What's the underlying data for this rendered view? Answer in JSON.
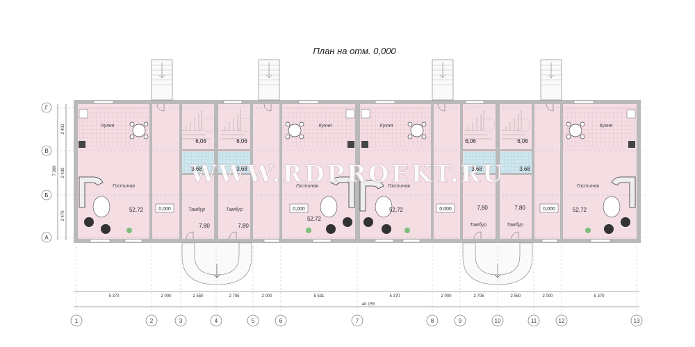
{
  "title": "План на отм. 0,000",
  "watermark": "WWW.RDPROEKT.RU",
  "row_axes": [
    "Г",
    "В",
    "Б",
    "А"
  ],
  "row_dims": [
    "2 400",
    "2 430",
    "2 470"
  ],
  "row_total": "7 300",
  "col_axes": [
    "1",
    "2",
    "3",
    "4",
    "5",
    "6",
    "7",
    "8",
    "9",
    "10",
    "11",
    "12",
    "13"
  ],
  "col_dims": [
    "5 370",
    "2 000",
    "2 550",
    "2 705",
    "2 000",
    "5 531",
    "5 370",
    "2 000",
    "2 705",
    "2 550",
    "2 000",
    "5 370"
  ],
  "total_dim": "40 155",
  "rooms": {
    "kitchen": "Кухня",
    "living": "Гостиная",
    "vestibule": "Тамбур"
  },
  "areas": {
    "living": "52,72",
    "vestibule": "7,80",
    "stair": "6,06",
    "bath": "3,68",
    "level": "0,000"
  }
}
